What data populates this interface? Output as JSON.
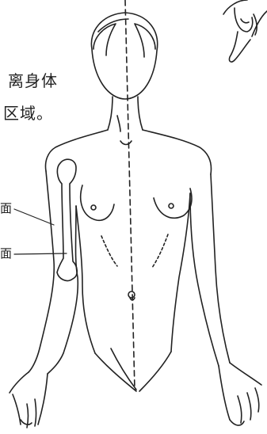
{
  "text": {
    "line1": "离身体",
    "line2": "区域。"
  },
  "labels": {
    "upper": "面",
    "lower": "面"
  },
  "colors": {
    "ink": "#222222",
    "background": "#ffffff"
  }
}
